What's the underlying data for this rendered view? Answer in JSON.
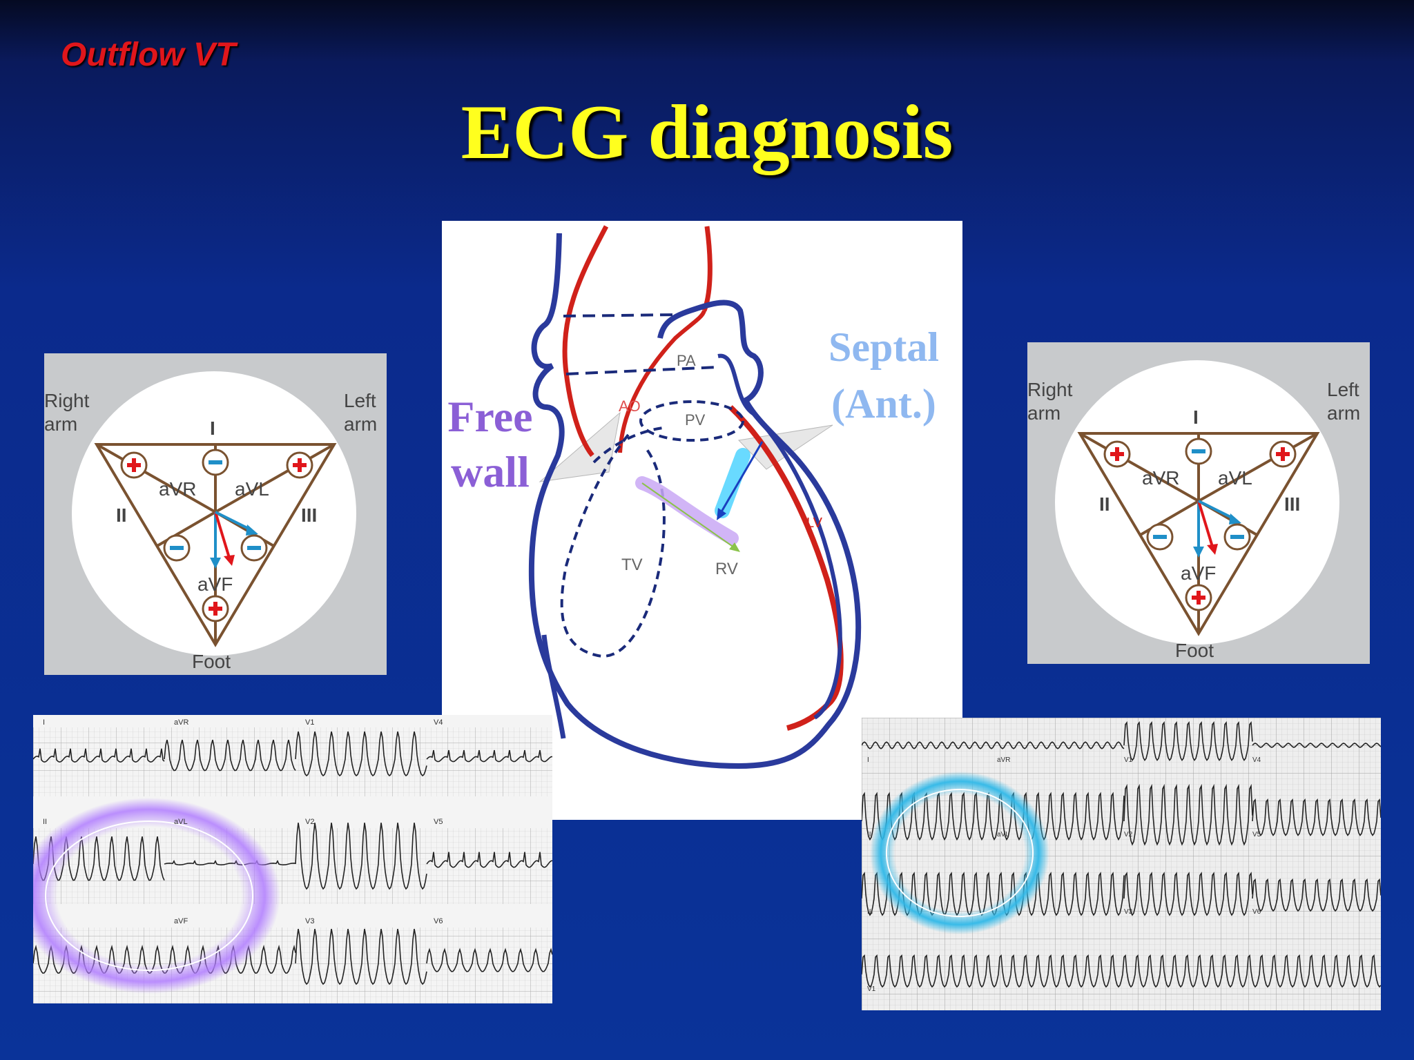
{
  "slide": {
    "tag": "Outflow VT",
    "title": "ECG diagnosis"
  },
  "heart_diagram": {
    "labels": {
      "pa": "PA",
      "ao": "AO",
      "pv": "PV",
      "tv": "TV",
      "rv": "RV",
      "lv": "LV"
    },
    "free_wall_line1": "Free",
    "free_wall_line2": "wall",
    "septal_line1": "Septal",
    "septal_line2": "(Ant.)"
  },
  "einthoven_left": {
    "right_arm_1": "Right",
    "right_arm_2": "arm",
    "left_arm_1": "Left",
    "left_arm_2": "arm",
    "lead_i": "I",
    "lead_ii": "II",
    "lead_iii": "III",
    "avr": "aVR",
    "avl": "aVL",
    "avf": "aVF",
    "foot": "Foot"
  },
  "einthoven_right": {
    "right_arm_1": "Right",
    "right_arm_2": "arm",
    "left_arm_1": "Left",
    "left_arm_2": "arm",
    "lead_i": "I",
    "lead_ii": "II",
    "lead_iii": "III",
    "avr": "aVR",
    "avl": "aVL",
    "avf": "aVF",
    "foot": "Foot"
  },
  "ecg_left": {
    "row1": [
      "I",
      "aVR",
      "V1",
      "V4"
    ],
    "row2": [
      "II",
      "aVL",
      "V2",
      "V5"
    ],
    "row3": [
      "aVF",
      "V3",
      "V6"
    ]
  },
  "ecg_right": {
    "leads": [
      "I",
      "aVR",
      "V1",
      "V4",
      "II",
      "aVL",
      "V2",
      "V5",
      "III",
      "V3",
      "V6",
      "V1"
    ]
  },
  "colors": {
    "title": "#ffff1e",
    "tag": "#e0161b",
    "free_wall": "#8b5fd6",
    "septal": "#8fb8f0",
    "highlight_purple": "#a77ff0",
    "highlight_blue": "#2fb8e8"
  }
}
